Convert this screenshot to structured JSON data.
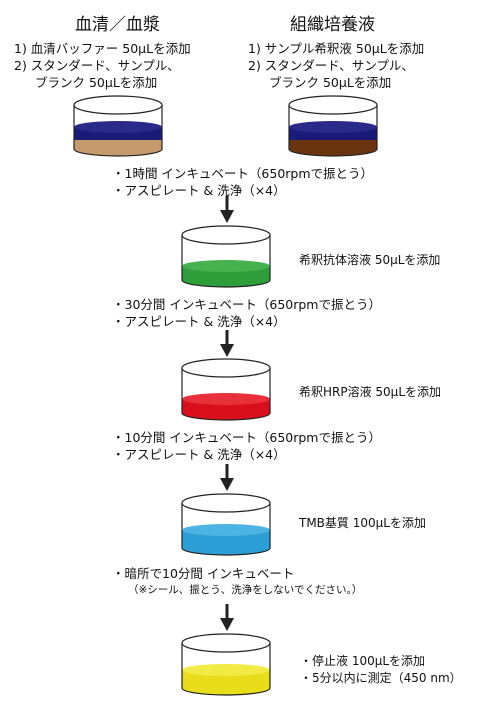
{
  "columns": {
    "left": {
      "title": "血清／血漿",
      "lines": [
        "1) 血清バッファー 50µLを添加",
        "2) スタンダード、サンプル、",
        "ブランク 50µLを添加"
      ]
    },
    "right": {
      "title": "組織培養液",
      "lines": [
        "1) サンプル希釈液 50µLを添加",
        "2) スタンダード、サンプル、",
        "ブランク 50µLを添加"
      ]
    }
  },
  "steps": [
    {
      "notes": [
        "・1時間 インキュベート（650rpmで振とう）",
        "・アスピレート & 洗浄（×4）"
      ]
    },
    {
      "label": "希釈抗体溶液 50µLを添加",
      "notes": [
        "・30分間 インキュベート（650rpmで振とう）",
        "・アスピレート & 洗浄（×4）"
      ]
    },
    {
      "label": "希釈HRP溶液 50µLを添加",
      "notes": [
        "・10分間 インキュベート（650rpmで振とう）",
        "・アスピレート & 洗浄（×4）"
      ]
    },
    {
      "label": "TMB基質 100µLを添加",
      "notes": [
        "・暗所で10分間 インキュベート",
        "（※シール、振とう、洗浄をしないでください。）"
      ]
    },
    {
      "label_lines": [
        "・停止液 100µLを添加",
        "・5分以内に測定（450 nm）"
      ]
    }
  ],
  "colors": {
    "left_dish_top": "#1a1a78",
    "left_dish_bottom": "#c49a6c",
    "right_dish_top": "#1a1a78",
    "right_dish_bottom": "#6b3410",
    "antibody": "#2e9e3a",
    "hrp": "#d90f1c",
    "tmb": "#2b9ed6",
    "stop": "#e8dd1a",
    "arrow": "#222222"
  }
}
